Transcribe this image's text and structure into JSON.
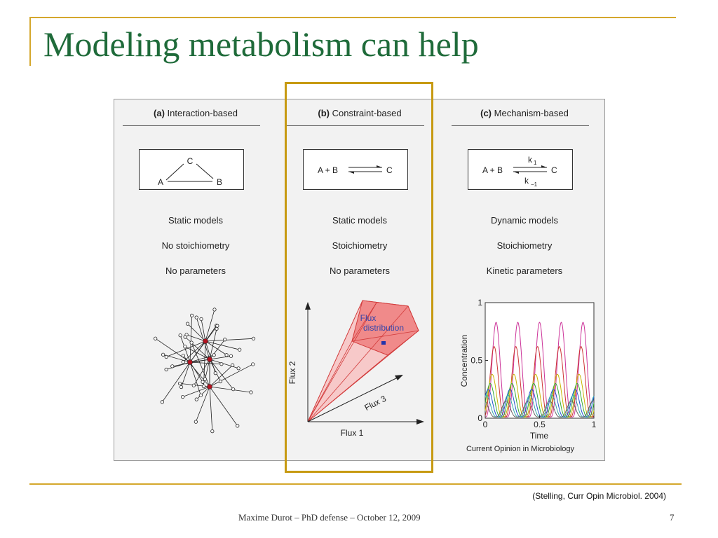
{
  "slide": {
    "title": "Modeling metabolism can help",
    "citation": "(Stelling, Curr Opin Microbiol. 2004)",
    "footer": "Maxime Durot – PhD defense – October 12, 2009",
    "page_number": "7"
  },
  "panels": [
    {
      "letter": "(a)",
      "name": "Interaction-based",
      "schema": {
        "a": "A",
        "b": "B",
        "c": "C"
      },
      "properties": [
        "Static models",
        "No stoichiometry",
        "No parameters"
      ]
    },
    {
      "letter": "(b)",
      "name": "Constraint-based",
      "schema": {
        "left": "A + B",
        "right": "C"
      },
      "properties": [
        "Static models",
        "Stoichiometry",
        "No parameters"
      ],
      "flux": {
        "flux1": "Flux 1",
        "flux2": "Flux 2",
        "flux3": "Flux 3",
        "cone_label_1": "Flux",
        "cone_label_2": "distribution"
      }
    },
    {
      "letter": "(c)",
      "name": "Mechanism-based",
      "schema": {
        "left": "A + B",
        "right": "C",
        "k1": "k",
        "k1_sub": "1",
        "km1": "k",
        "km1_sub": "−1"
      },
      "properties": [
        "Dynamic models",
        "Stoichiometry",
        "Kinetic parameters"
      ],
      "plot_credit": "Current Opinion in Microbiology"
    }
  ],
  "chart_data": {
    "type": "line",
    "xlabel": "Time",
    "ylabel": "Concentration",
    "xlim": [
      0,
      1
    ],
    "ylim": [
      0,
      1
    ],
    "x_ticks": [
      "0",
      "0.5",
      "1"
    ],
    "y_ticks": [
      "0",
      "0.5",
      "1"
    ],
    "grid": false,
    "series_colors": [
      "#cc3399",
      "#cc3333",
      "#c8b400",
      "#33aa33",
      "#2255cc",
      "#33aaaa",
      "#666666"
    ],
    "oscillation_period": 0.2,
    "peak_values": [
      0.83,
      0.62,
      0.38,
      0.3,
      0.25,
      0.2,
      0.15
    ]
  }
}
